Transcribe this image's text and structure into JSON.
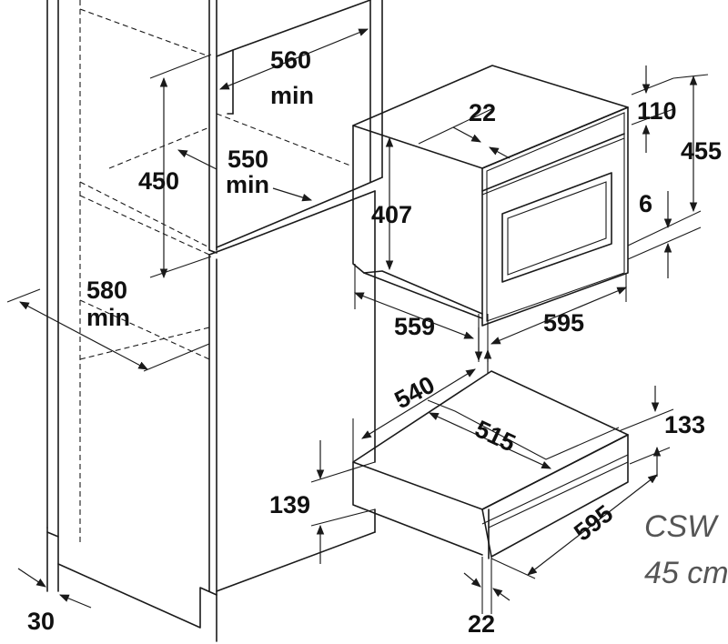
{
  "dimensions": {
    "oven_depth": "560",
    "min_a": "min",
    "d_22_top": "22",
    "d_110": "110",
    "d_455": "455",
    "d_550": "550",
    "min_b": "min",
    "d_450": "450",
    "d_407": "407",
    "d_6": "6",
    "d_580": "580",
    "min_c": "min",
    "d_559": "559",
    "d_595_oven": "595",
    "d_540": "540",
    "d_515": "515",
    "d_133": "133",
    "d_139": "139",
    "d_595_drawer": "595",
    "d_30": "30",
    "d_22_bottom": "22"
  },
  "caption": {
    "line1": "CSW",
    "line2": "45 cm"
  },
  "icons": [
    "arrow-icon"
  ]
}
